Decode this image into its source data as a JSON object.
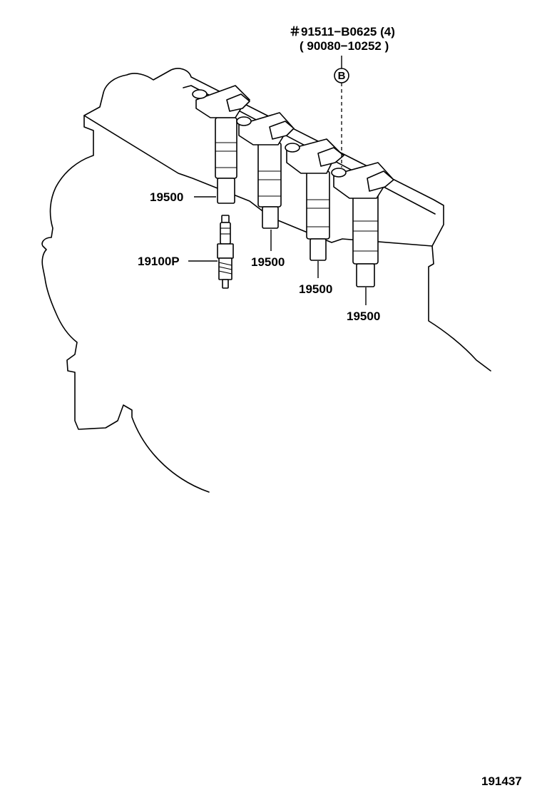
{
  "callouts": {
    "bolt_part": "＃91511−B0625 (4)",
    "bolt_alt": "( 90080−10252 )",
    "ref_marker": "B",
    "coil_1": "19500",
    "coil_2": "19500",
    "coil_3": "19500",
    "coil_4": "19500",
    "spark_plug": "19100P"
  },
  "figure_number": "191437"
}
